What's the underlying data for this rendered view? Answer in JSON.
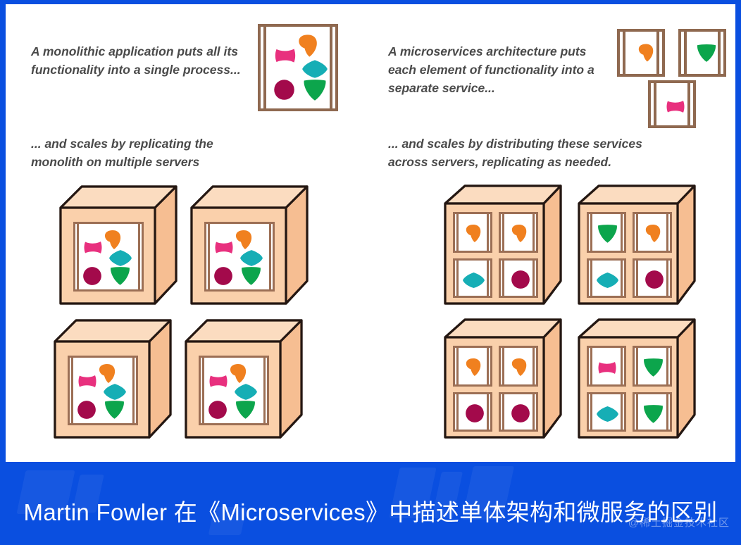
{
  "slide": {
    "background_color": "#0A4FE0",
    "canvas_color": "#FFFFFF"
  },
  "caption": {
    "text": "Martin Fowler 在《Microservices》中描述单体架构和微服务的区别",
    "watermark": "@稀土掘金技术社区",
    "text_color": "#FFFFFF",
    "bar_color": "#0A4FE0"
  },
  "diagram": {
    "title_source": "Martin Fowler — Microservices",
    "monolith": {
      "top_text": "A monolithic application puts all its\nfunctionality into a single process...",
      "bottom_text": "... and scales by replicating the\nmonolith on multiple servers",
      "single_app_shapes": [
        "pink-bowtie",
        "orange-blob",
        "teal-diamond",
        "magenta-circle",
        "green-triangle"
      ],
      "server_count": 4,
      "servers": [
        {
          "shapes": [
            "pink-bowtie",
            "orange-blob",
            "teal-diamond",
            "magenta-circle",
            "green-triangle"
          ]
        },
        {
          "shapes": [
            "pink-bowtie",
            "orange-blob",
            "teal-diamond",
            "magenta-circle",
            "green-triangle"
          ]
        },
        {
          "shapes": [
            "pink-bowtie",
            "orange-blob",
            "teal-diamond",
            "magenta-circle",
            "green-triangle"
          ]
        },
        {
          "shapes": [
            "pink-bowtie",
            "orange-blob",
            "teal-diamond",
            "magenta-circle",
            "green-triangle"
          ]
        }
      ]
    },
    "microservices": {
      "top_text": "A microservices architecture puts\neach element of functionality into a\nseparate service...",
      "bottom_text": "... and scales by distributing these services\nacross servers, replicating as needed.",
      "separate_services": [
        "orange-blob",
        "green-triangle",
        "pink-bowtie"
      ],
      "server_count": 4,
      "servers": [
        {
          "panes": [
            "orange-blob",
            "orange-blob",
            "teal-diamond",
            "magenta-circle"
          ]
        },
        {
          "panes": [
            "green-triangle",
            "orange-blob",
            "teal-diamond",
            "magenta-circle"
          ]
        },
        {
          "panes": [
            "orange-blob",
            "orange-blob",
            "magenta-circle",
            "magenta-circle"
          ]
        },
        {
          "panes": [
            "pink-bowtie",
            "green-triangle",
            "teal-diamond",
            "green-triangle"
          ]
        }
      ]
    },
    "palette": {
      "pink_bowtie": "#E8307E",
      "orange_blob": "#F0801F",
      "teal_diamond": "#16AEB5",
      "magenta_circle": "#A30A4B",
      "green_triangle": "#0CA54C",
      "box_frame": "#8F6950",
      "server_face": "#FAD0AB",
      "server_top": "#FBDCC0",
      "server_side": "#F6BE92",
      "server_outline": "#241712"
    }
  }
}
